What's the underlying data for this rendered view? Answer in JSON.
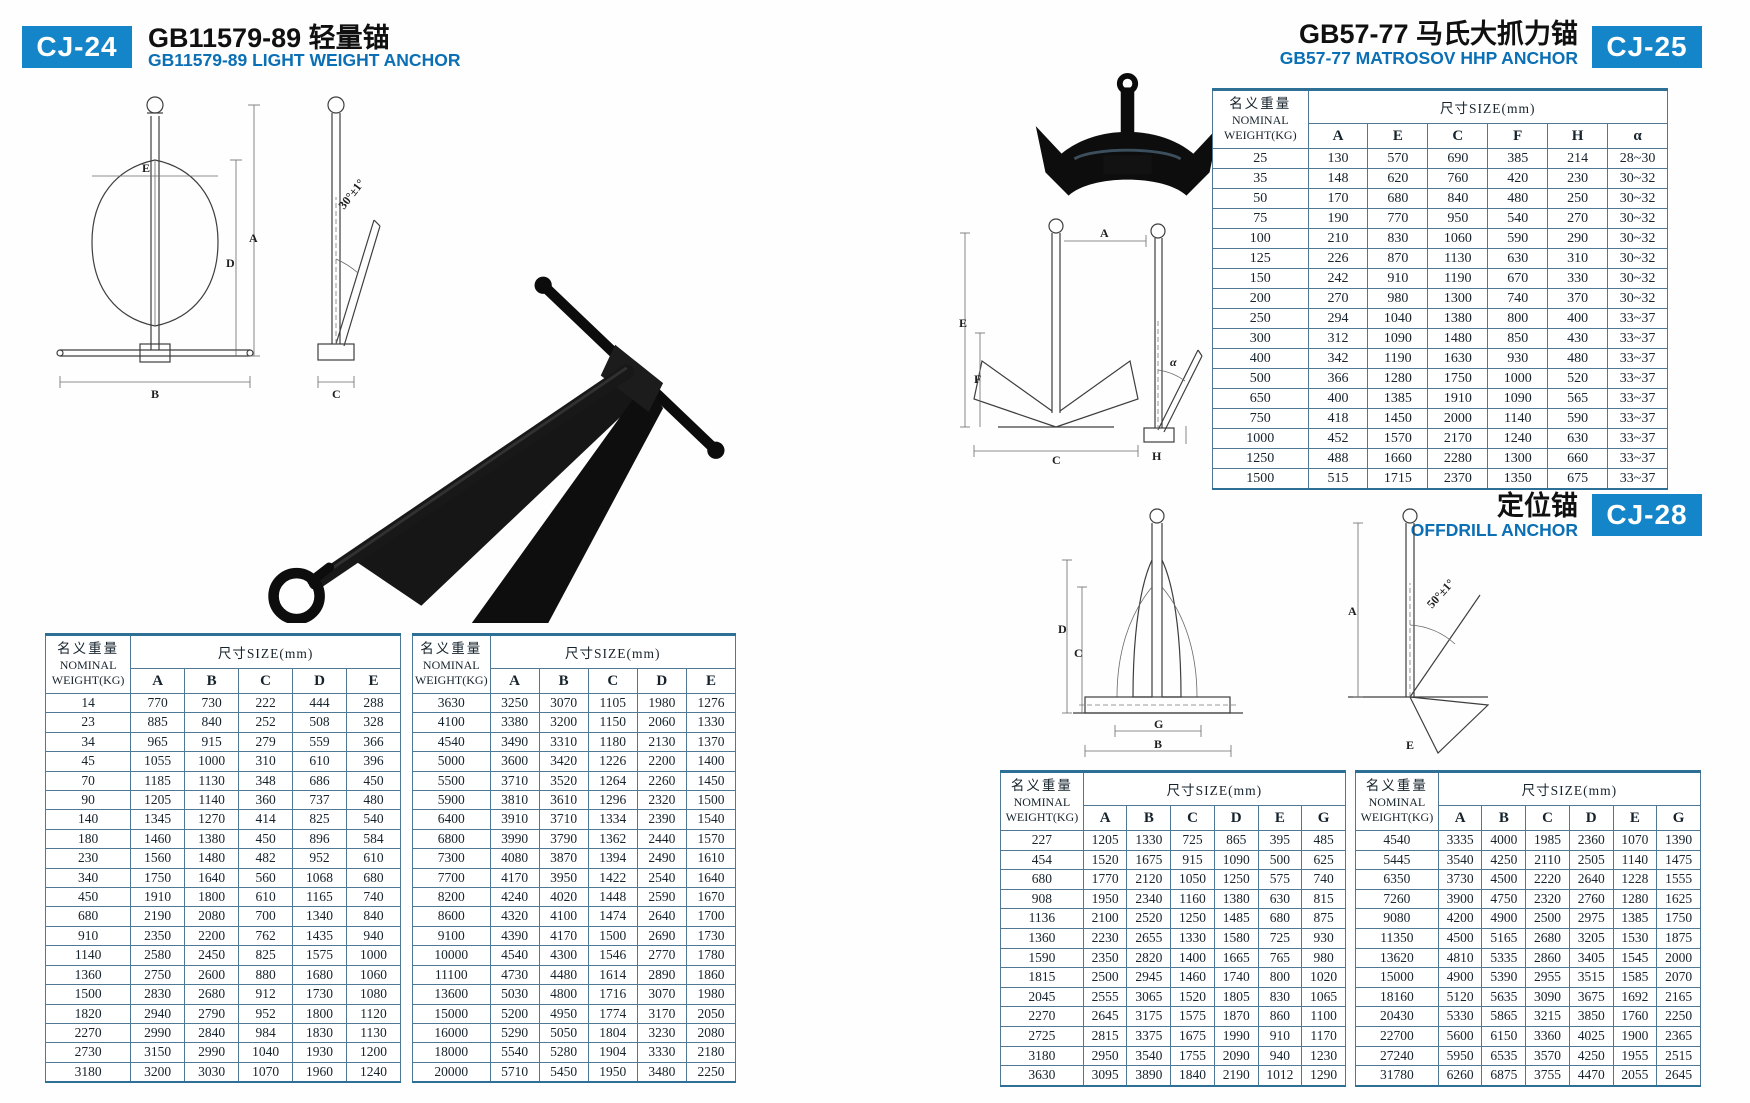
{
  "sections": {
    "cj24": {
      "badge": "CJ-24",
      "title_cn": "GB11579-89 轻量锚",
      "title_en": "GB11579-89 LIGHT WEIGHT ANCHOR"
    },
    "cj25": {
      "badge": "CJ-25",
      "title_cn": "GB57-77 马氏大抓力锚",
      "title_en": "GB57-77 MATROSOV HHP ANCHOR"
    },
    "cj28": {
      "badge": "CJ-28",
      "title_cn": "定位锚",
      "title_en": "OFFDRILL ANCHOR"
    }
  },
  "table_header": {
    "nominal_cn": "名义重量",
    "nominal_en1": "NOMINAL",
    "nominal_en2": "WEIGHT(KG)",
    "size_label": "尺寸SIZE(mm)"
  },
  "colors": {
    "badge_blue": "#1485c8",
    "subtitle_blue": "#0a6fb4",
    "table_line": "#4f7894"
  },
  "tables": {
    "cj24_a": {
      "columns": [
        "A",
        "B",
        "C",
        "D",
        "E"
      ],
      "rows": [
        [
          14,
          770,
          730,
          222,
          444,
          288
        ],
        [
          23,
          885,
          840,
          252,
          508,
          328
        ],
        [
          34,
          965,
          915,
          279,
          559,
          366
        ],
        [
          45,
          1055,
          1000,
          310,
          610,
          396
        ],
        [
          70,
          1185,
          1130,
          348,
          686,
          450
        ],
        [
          90,
          1205,
          1140,
          360,
          737,
          480
        ],
        [
          140,
          1345,
          1270,
          414,
          825,
          540
        ],
        [
          180,
          1460,
          1380,
          450,
          896,
          584
        ],
        [
          230,
          1560,
          1480,
          482,
          952,
          610
        ],
        [
          340,
          1750,
          1640,
          560,
          1068,
          680
        ],
        [
          450,
          1910,
          1800,
          610,
          1165,
          740
        ],
        [
          680,
          2190,
          2080,
          700,
          1340,
          840
        ],
        [
          910,
          2350,
          2200,
          762,
          1435,
          940
        ],
        [
          1140,
          2580,
          2450,
          825,
          1575,
          1000
        ],
        [
          1360,
          2750,
          2600,
          880,
          1680,
          1060
        ],
        [
          1500,
          2830,
          2680,
          912,
          1730,
          1080
        ],
        [
          1820,
          2940,
          2790,
          952,
          1800,
          1120
        ],
        [
          2270,
          2990,
          2840,
          984,
          1830,
          1130
        ],
        [
          2730,
          3150,
          2990,
          1040,
          1930,
          1200
        ],
        [
          3180,
          3200,
          3030,
          1070,
          1960,
          1240
        ]
      ]
    },
    "cj24_b": {
      "columns": [
        "A",
        "B",
        "C",
        "D",
        "E"
      ],
      "rows": [
        [
          3630,
          3250,
          3070,
          1105,
          1980,
          1276
        ],
        [
          4100,
          3380,
          3200,
          1150,
          2060,
          1330
        ],
        [
          4540,
          3490,
          3310,
          1180,
          2130,
          1370
        ],
        [
          5000,
          3600,
          3420,
          1226,
          2200,
          1400
        ],
        [
          5500,
          3710,
          3520,
          1264,
          2260,
          1450
        ],
        [
          5900,
          3810,
          3610,
          1296,
          2320,
          1500
        ],
        [
          6400,
          3910,
          3710,
          1334,
          2390,
          1540
        ],
        [
          6800,
          3990,
          3790,
          1362,
          2440,
          1570
        ],
        [
          7300,
          4080,
          3870,
          1394,
          2490,
          1610
        ],
        [
          7700,
          4170,
          3950,
          1422,
          2540,
          1640
        ],
        [
          8200,
          4240,
          4020,
          1448,
          2590,
          1670
        ],
        [
          8600,
          4320,
          4100,
          1474,
          2640,
          1700
        ],
        [
          9100,
          4390,
          4170,
          1500,
          2690,
          1730
        ],
        [
          10000,
          4540,
          4300,
          1546,
          2770,
          1780
        ],
        [
          11100,
          4730,
          4480,
          1614,
          2890,
          1860
        ],
        [
          13600,
          5030,
          4800,
          1716,
          3070,
          1980
        ],
        [
          15000,
          5200,
          4950,
          1774,
          3170,
          2050
        ],
        [
          16000,
          5290,
          5050,
          1804,
          3230,
          2080
        ],
        [
          18000,
          5540,
          5280,
          1904,
          3330,
          2180
        ],
        [
          20000,
          5710,
          5450,
          1950,
          3480,
          2250
        ]
      ]
    },
    "cj25": {
      "columns": [
        "A",
        "E",
        "C",
        "F",
        "H",
        "α"
      ],
      "rows": [
        [
          25,
          130,
          570,
          690,
          385,
          214,
          "28~30"
        ],
        [
          35,
          148,
          620,
          760,
          420,
          230,
          "30~32"
        ],
        [
          50,
          170,
          680,
          840,
          480,
          250,
          "30~32"
        ],
        [
          75,
          190,
          770,
          950,
          540,
          270,
          "30~32"
        ],
        [
          100,
          210,
          830,
          1060,
          590,
          290,
          "30~32"
        ],
        [
          125,
          226,
          870,
          1130,
          630,
          310,
          "30~32"
        ],
        [
          150,
          242,
          910,
          1190,
          670,
          330,
          "30~32"
        ],
        [
          200,
          270,
          980,
          1300,
          740,
          370,
          "30~32"
        ],
        [
          250,
          294,
          1040,
          1380,
          800,
          400,
          "33~37"
        ],
        [
          300,
          312,
          1090,
          1480,
          850,
          430,
          "33~37"
        ],
        [
          400,
          342,
          1190,
          1630,
          930,
          480,
          "33~37"
        ],
        [
          500,
          366,
          1280,
          1750,
          1000,
          520,
          "33~37"
        ],
        [
          650,
          400,
          1385,
          1910,
          1090,
          565,
          "33~37"
        ],
        [
          750,
          418,
          1450,
          2000,
          1140,
          590,
          "33~37"
        ],
        [
          1000,
          452,
          1570,
          2170,
          1240,
          630,
          "33~37"
        ],
        [
          1250,
          488,
          1660,
          2280,
          1300,
          660,
          "33~37"
        ],
        [
          1500,
          515,
          1715,
          2370,
          1350,
          675,
          "33~37"
        ]
      ]
    },
    "cj28_a": {
      "columns": [
        "A",
        "B",
        "C",
        "D",
        "E",
        "G"
      ],
      "rows": [
        [
          227,
          1205,
          1330,
          725,
          865,
          395,
          485
        ],
        [
          454,
          1520,
          1675,
          915,
          1090,
          500,
          625
        ],
        [
          680,
          1770,
          2120,
          1050,
          1250,
          575,
          740
        ],
        [
          908,
          1950,
          2340,
          1160,
          1380,
          630,
          815
        ],
        [
          1136,
          2100,
          2520,
          1250,
          1485,
          680,
          875
        ],
        [
          1360,
          2230,
          2655,
          1330,
          1580,
          725,
          930
        ],
        [
          1590,
          2350,
          2820,
          1400,
          1665,
          765,
          980
        ],
        [
          1815,
          2500,
          2945,
          1460,
          1740,
          800,
          1020
        ],
        [
          2045,
          2555,
          3065,
          1520,
          1805,
          830,
          1065
        ],
        [
          2270,
          2645,
          3175,
          1575,
          1870,
          860,
          1100
        ],
        [
          2725,
          2815,
          3375,
          1675,
          1990,
          910,
          1170
        ],
        [
          3180,
          2950,
          3540,
          1755,
          2090,
          940,
          1230
        ],
        [
          3630,
          3095,
          3890,
          1840,
          2190,
          1012,
          1290
        ]
      ]
    },
    "cj28_b": {
      "columns": [
        "A",
        "B",
        "C",
        "D",
        "E",
        "G"
      ],
      "rows": [
        [
          4540,
          3335,
          4000,
          1985,
          2360,
          1070,
          1390
        ],
        [
          5445,
          3540,
          4250,
          2110,
          2505,
          1140,
          1475
        ],
        [
          6350,
          3730,
          4500,
          2220,
          2640,
          1228,
          1555
        ],
        [
          7260,
          3900,
          4750,
          2320,
          2760,
          1280,
          1625
        ],
        [
          9080,
          4200,
          4900,
          2500,
          2975,
          1385,
          1750
        ],
        [
          11350,
          4500,
          5165,
          2680,
          3205,
          1530,
          1875
        ],
        [
          13620,
          4810,
          5335,
          2860,
          3405,
          1545,
          2000
        ],
        [
          15000,
          4900,
          5390,
          2955,
          3515,
          1585,
          2070
        ],
        [
          18160,
          5120,
          5635,
          3090,
          3675,
          1692,
          2165
        ],
        [
          20430,
          5330,
          5865,
          3215,
          3850,
          1760,
          2250
        ],
        [
          22700,
          5600,
          6150,
          3360,
          4025,
          1900,
          2365
        ],
        [
          27240,
          5950,
          6535,
          3570,
          4250,
          1955,
          2515
        ],
        [
          31780,
          6260,
          6875,
          3755,
          4470,
          2055,
          2645
        ]
      ]
    }
  },
  "drawings": {
    "cj24_front": {
      "labels": [
        "E",
        "A",
        "D",
        "B"
      ]
    },
    "cj24_side": {
      "labels": [
        "30°±1°",
        "C"
      ]
    },
    "cj25_front": {
      "labels": [
        "A",
        "E",
        "F",
        "C"
      ]
    },
    "cj25_side": {
      "labels": [
        "α",
        "H"
      ]
    },
    "cj28_front": {
      "labels": [
        "D",
        "C",
        "G",
        "B"
      ]
    },
    "cj28_side": {
      "labels": [
        "A",
        "50°±1°",
        "E"
      ]
    }
  }
}
